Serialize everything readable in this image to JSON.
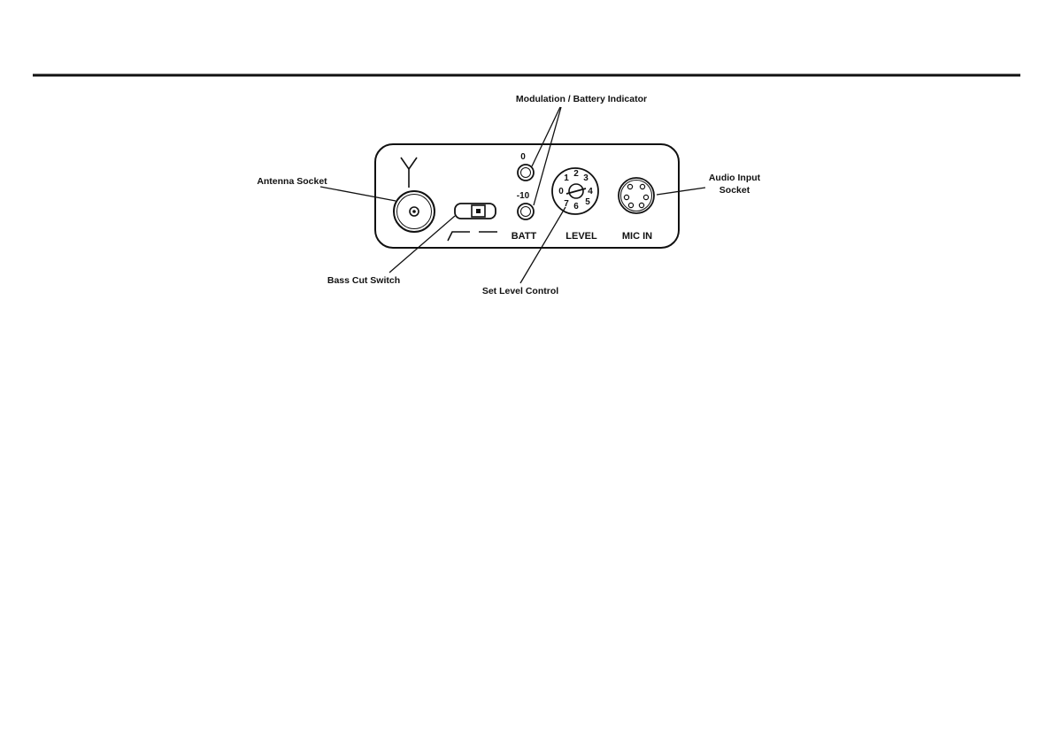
{
  "callouts": {
    "modulation_battery": "Modulation / Battery Indicator",
    "antenna_socket": "Antenna Socket",
    "audio_input_line1": "Audio Input",
    "audio_input_line2": "Socket",
    "bass_cut_switch": "Bass Cut Switch",
    "set_level_control": "Set Level Control"
  },
  "panel": {
    "indicator_top_label": "0",
    "indicator_bottom_label": "-10",
    "batt_label": "BATT",
    "level_label": "LEVEL",
    "mic_in_label": "MIC IN",
    "dial_numbers": [
      "0",
      "1",
      "2",
      "3",
      "4",
      "5",
      "6",
      "7"
    ]
  }
}
